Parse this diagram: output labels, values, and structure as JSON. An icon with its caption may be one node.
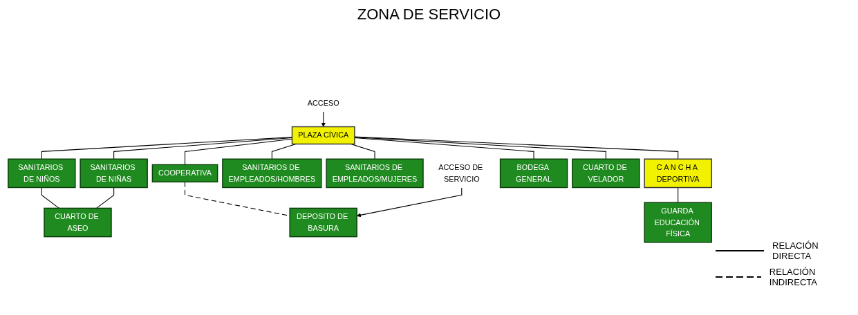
{
  "diagram": {
    "title": "ZONA DE SERVICIO",
    "nodes": [
      {
        "text": [
          "PLAZA CÍVICA"
        ]
      },
      {
        "text": [
          "C A N C H A DEPORTIVA"
        ]
      },
      {
        "text": [
          "SANITARIOS DE NIÑOS"
        ]
      },
      {
        "text": [
          "SANITARIOS DE NIÑAS"
        ]
      },
      {
        "text": [
          "SANITARIOS DE EMPLEADOS/HOMBRES"
        ]
      },
      {
        "text": [
          "SANITARIOS DE EMPLEADOS/MUJERES"
        ]
      },
      {
        "text": [
          "COOPERATIVA"
        ]
      },
      {
        "text": [
          "GUARDA EDUCACIÓN FÍSICA"
        ]
      },
      {
        "text": [
          "BODEGA GENERAL"
        ]
      },
      {
        "text": [
          "CUARTO DE VELADOR"
        ]
      },
      {
        "text": [
          "CUARTO DE ASEO"
        ]
      },
      {
        "text": [
          "DEPOSITO DE BASURA"
        ]
      },
      {
        "text": [
          "ACCESO"
        ]
      },
      {
        "text": [
          "ACCESO DE SERVICIO"
        ]
      }
    ],
    "edges": [
      {
        "from": 12,
        "to": 0,
        "arrow": "to"
      },
      {
        "from": 0,
        "to": 2,
        "arrow": "none"
      },
      {
        "from": 0,
        "to": 3,
        "arrow": "none"
      },
      {
        "from": 0,
        "to": 4,
        "arrow": "none"
      },
      {
        "from": 0,
        "to": 5,
        "arrow": "none"
      },
      {
        "from": 0,
        "to": 6,
        "arrow": "none"
      },
      {
        "from": 0,
        "to": 1,
        "arrow": "none"
      },
      {
        "from": 1,
        "to": 7,
        "arrow": "none"
      },
      {
        "from": 0,
        "to": 8,
        "arrow": "none"
      },
      {
        "from": 0,
        "to": 9,
        "arrow": "none"
      },
      {
        "from": 2,
        "to": 10,
        "arrow": "none"
      },
      {
        "from": 3,
        "to": 10,
        "arrow": "none"
      },
      {
        "from": 6,
        "to": 11,
        "arrow": "none",
        "style": "dashed"
      },
      {
        "from": 13,
        "to": 11,
        "arrow": "to"
      }
    ],
    "legend": [
      {
        "text": "RELACIÓN DIRECTA"
      },
      {
        "text": "RELACIÓN INDIRECTA"
      }
    ]
  }
}
